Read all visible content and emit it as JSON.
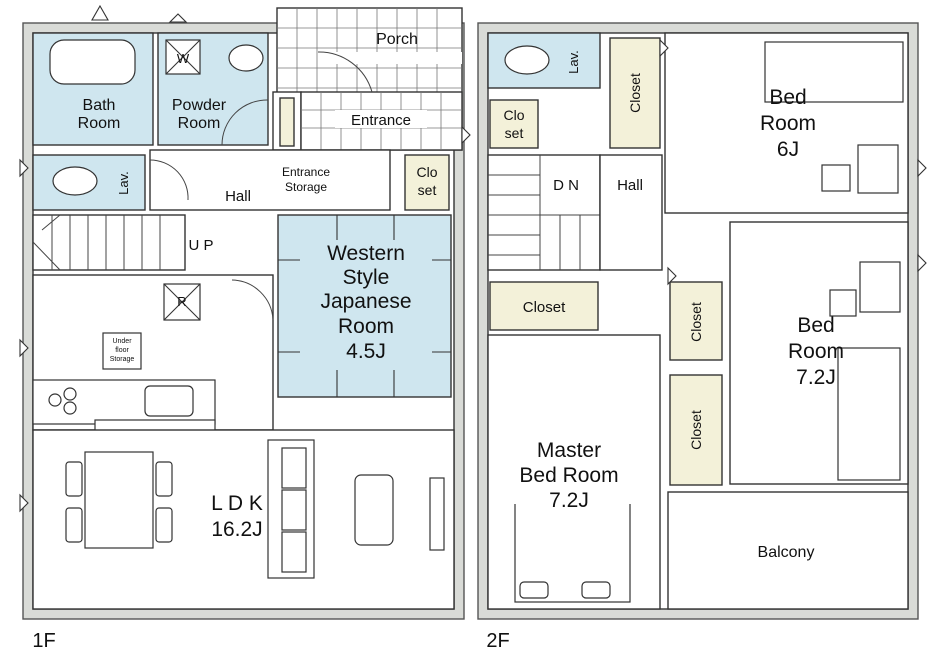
{
  "floors": {
    "first": {
      "label": "1F",
      "rooms": {
        "bath": [
          "Bath",
          "Room"
        ],
        "powder": [
          "Powder",
          "Room"
        ],
        "washer": "W",
        "porch": "Porch",
        "entrance": "Entrance",
        "entrance_storage": [
          "Entrance",
          "Storage"
        ],
        "closet": [
          "Clo",
          "set"
        ],
        "toilet": "Lav.",
        "hall": "Hall",
        "stairs": "U P",
        "western_room": [
          "Western",
          "Style",
          "Japanese",
          "Room",
          "4.5J"
        ],
        "fridge": "R",
        "under_floor": [
          "Under",
          "floor",
          "Storage"
        ],
        "ldk": [
          "L D K",
          "16.2J"
        ]
      }
    },
    "second": {
      "label": "2F",
      "rooms": {
        "toilet": "Lav.",
        "closet_top": "Closet",
        "closet_small": [
          "Clo",
          "set"
        ],
        "stairs": "D N",
        "hall": "Hall",
        "bed6": [
          "Bed",
          "Room",
          "6J"
        ],
        "closet_mid": "Closet",
        "closet_right_1": "Closet",
        "closet_right_2": "Closet",
        "bed72": [
          "Bed",
          "Room",
          "7.2J"
        ],
        "master": [
          "Master",
          "Bed Room",
          "7.2J"
        ],
        "balcony": "Balcony"
      }
    }
  },
  "colors": {
    "wet_area": "#cfe6ef",
    "closet": "#f3f1d9",
    "wall": "#d9dbd7"
  }
}
